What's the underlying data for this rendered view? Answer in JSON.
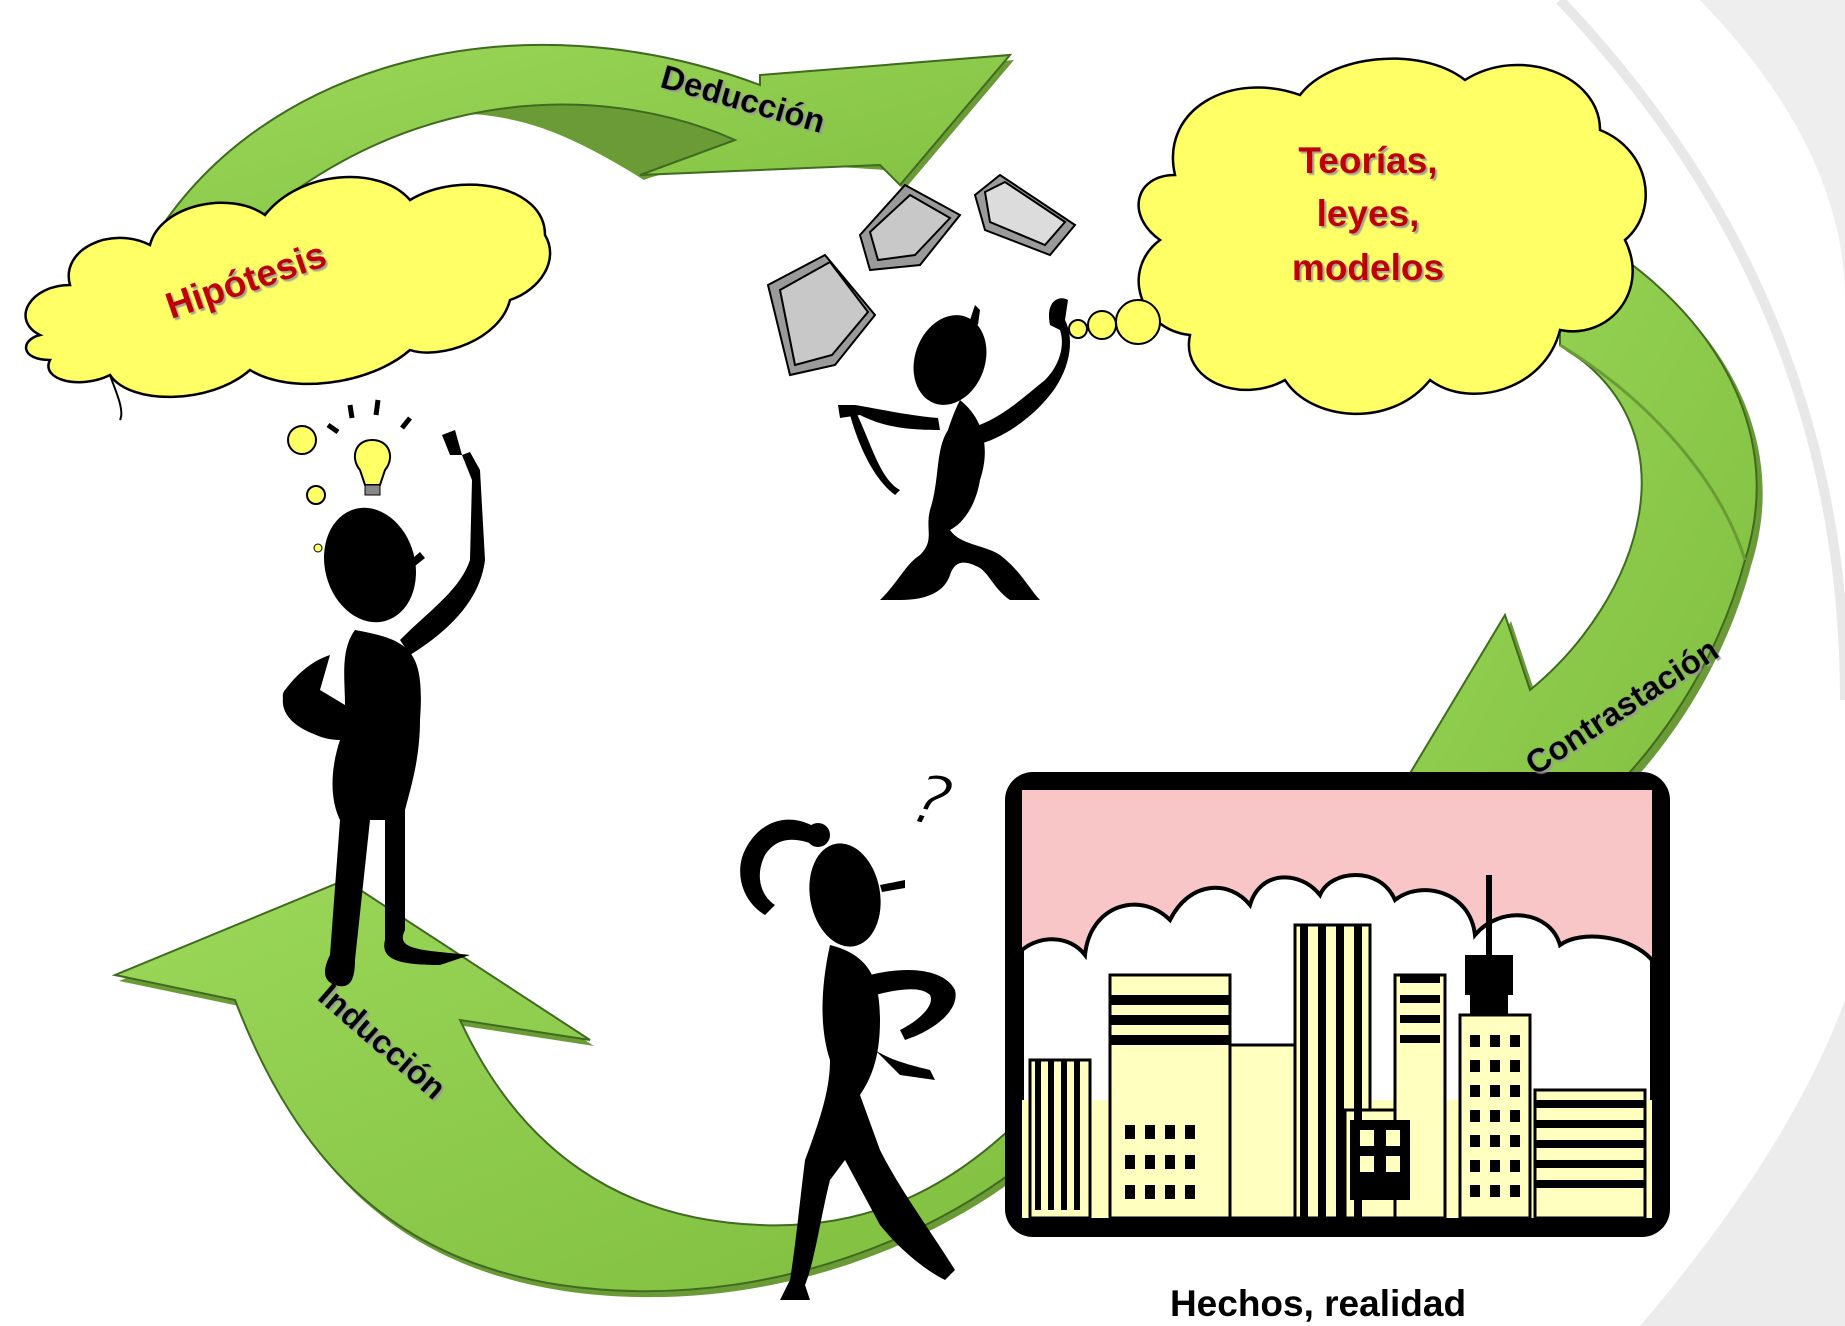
{
  "diagram": {
    "nodes": {
      "hypothesis": {
        "label": "Hipótesis"
      },
      "theories": {
        "lines": [
          "Teorías,",
          "leyes,",
          "modelos"
        ]
      },
      "facts": {
        "label": "Hechos, realidad"
      }
    },
    "arrows": {
      "deduction": {
        "label": "Deducción"
      },
      "contrast": {
        "label": "Contrastación"
      },
      "induction": {
        "label": "Inducción"
      }
    },
    "colors": {
      "arrow_fill": "#92d050",
      "arrow_shadow": "#6b9b36",
      "cloud_fill": "#ffff66",
      "node_text": "#c00000",
      "edge_text": "#000000",
      "sky": "#f8c6c6",
      "buildings": "#ffffc0",
      "background_arc": "#e4e4e4"
    }
  }
}
